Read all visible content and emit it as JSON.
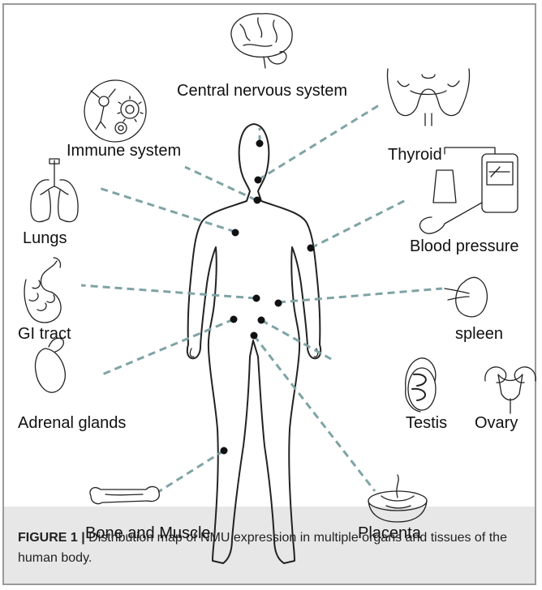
{
  "labels": {
    "cns": "Central nervous system",
    "immune": "Immune system",
    "thyroid": "Thyroid",
    "lungs": "Lungs",
    "blood_pressure": "Blood pressure",
    "gi": "GI tract",
    "spleen": "spleen",
    "adrenal": "Adrenal glands",
    "testis": "Testis",
    "ovary": "Ovary",
    "bone_muscle": "Bone and Muscle",
    "placenta": "Placenta"
  },
  "caption": {
    "figure_label": "FIGURE 1 |",
    "text": " Distribution map of NMU expression in multiple organs and tissues of the human body."
  },
  "colors": {
    "leader": "#7fa3a5",
    "caption_bg": "#e7e7e7",
    "frame": "#9a9a9a"
  }
}
